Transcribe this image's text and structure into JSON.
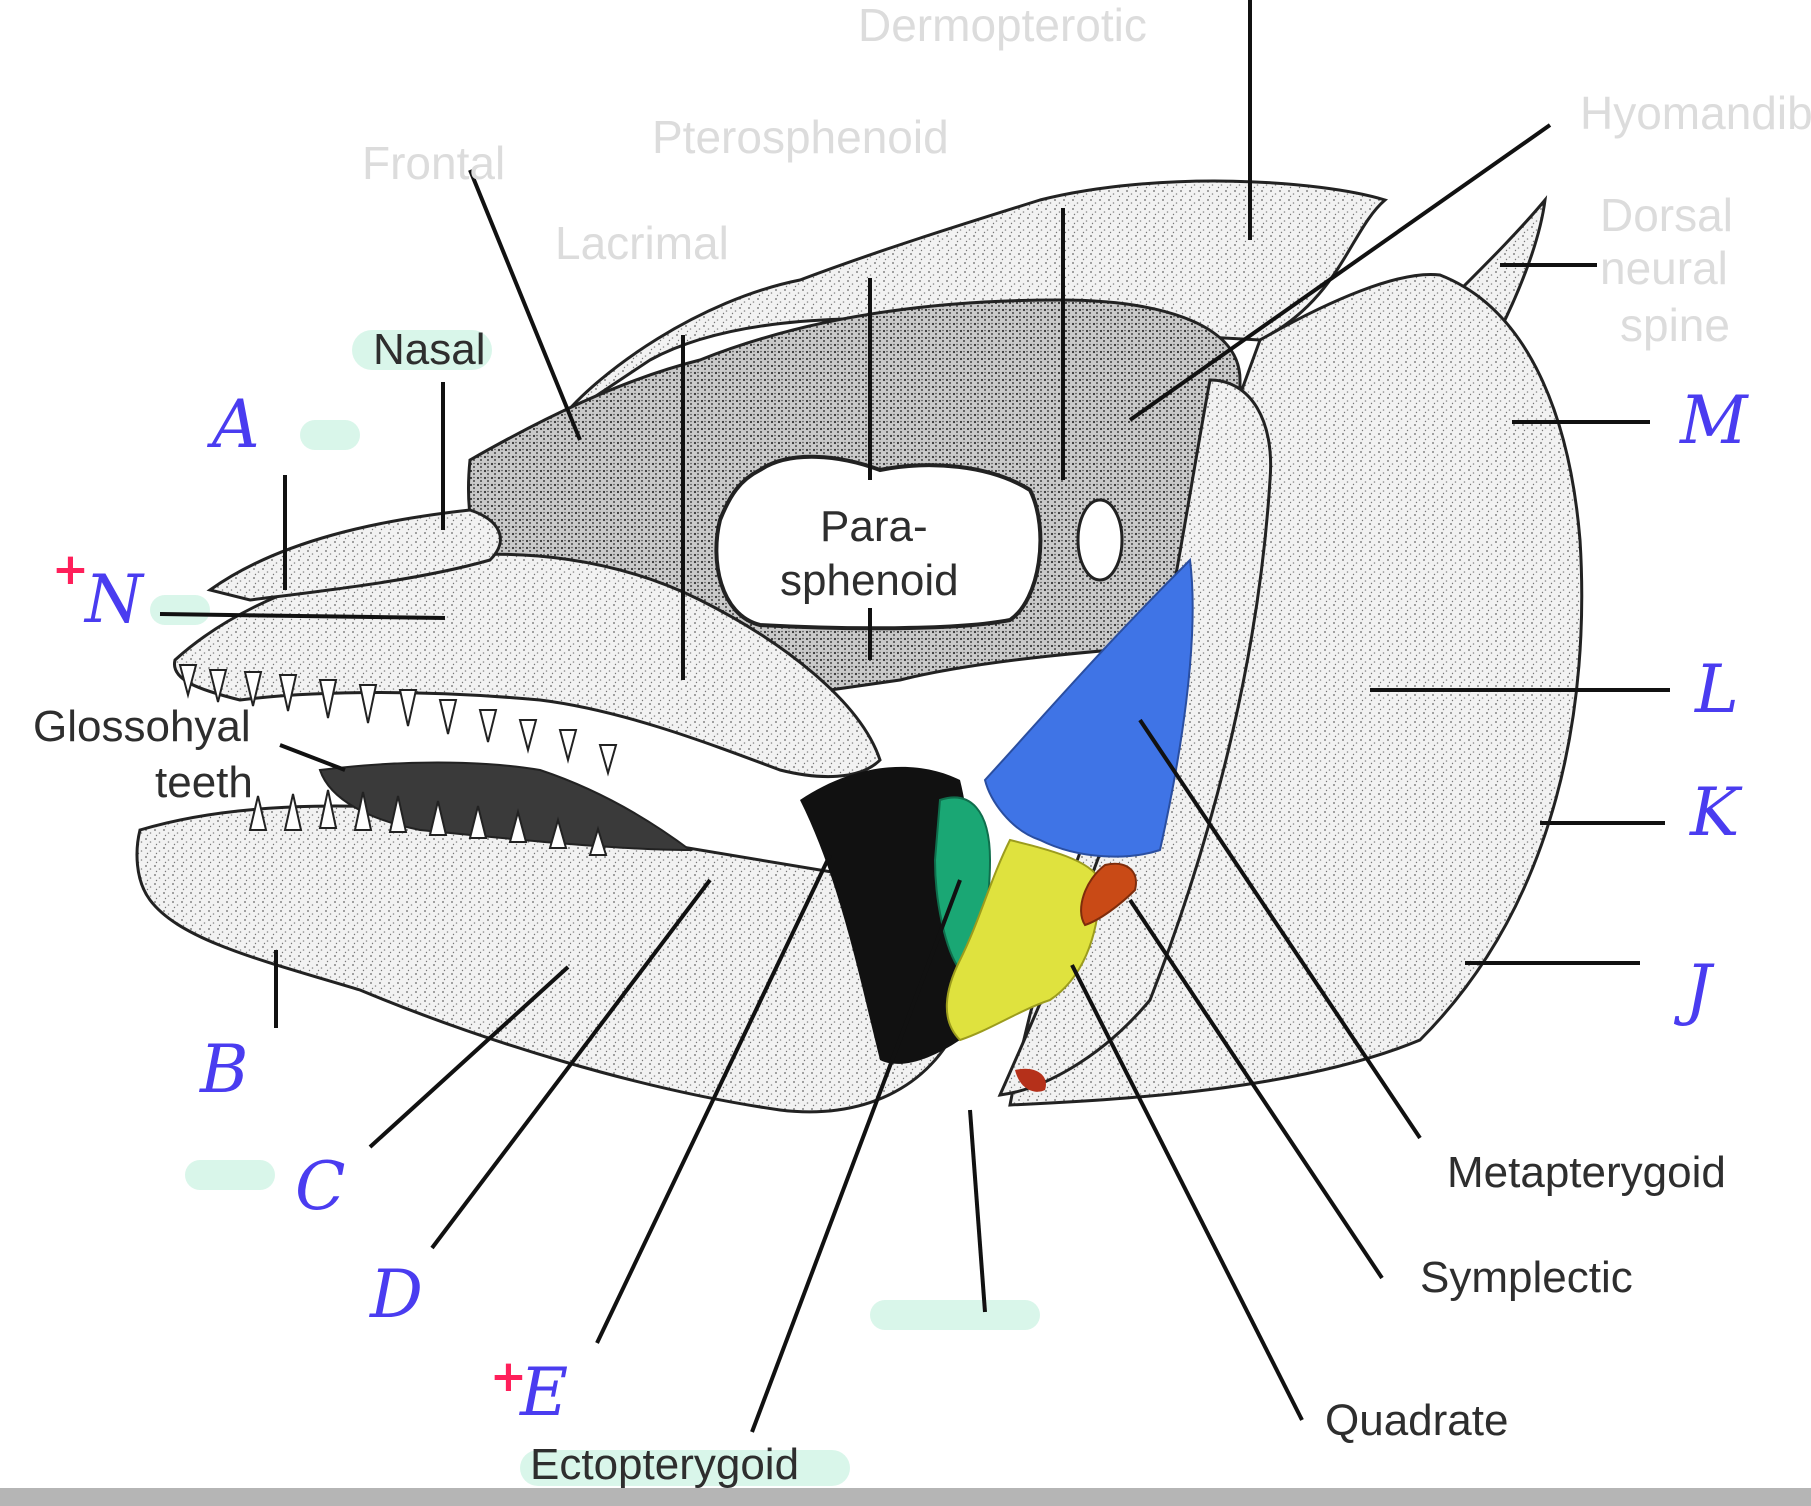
{
  "diagram": {
    "printed_labels": {
      "nasal": "Nasal",
      "glossohyal_1": "Glossohyal",
      "glossohyal_2": "teeth",
      "parasphenoid_1": "Para-",
      "parasphenoid_2": "sphenoid",
      "metapterygoid": "Metapterygoid",
      "symplectic": "Symplectic",
      "quadrate": "Quadrate",
      "ectopterygoid": "Ectopterygoid"
    },
    "faint_labels": {
      "frontal": "Frontal",
      "lacrimal": "Lacrimal",
      "pterosphenoid": "Pterosphenoid",
      "dermopterotic": "Dermopterotic",
      "hyomandibula": "Hyomandibula",
      "dorsal_spine_1": "Dorsal",
      "dorsal_spine_2": "neural",
      "dorsal_spine_3": "spine"
    },
    "handwritten_letters": {
      "a": "A",
      "n": "N",
      "b": "B",
      "c": "C",
      "d": "D",
      "e": "E",
      "m": "M",
      "l": "L",
      "k": "K",
      "j": "J"
    },
    "marks": {
      "plus_n": "+",
      "plus_e": "+"
    },
    "colors": {
      "metapterygoid": "#3f74e6",
      "quadrate": "#dfe23e",
      "symplectic": "#c94a16",
      "green_bone": "#1aa774",
      "handwriting": "#4a3cf0",
      "plus_mark": "#ff1f5a",
      "highlight": "#b9efd9"
    }
  }
}
